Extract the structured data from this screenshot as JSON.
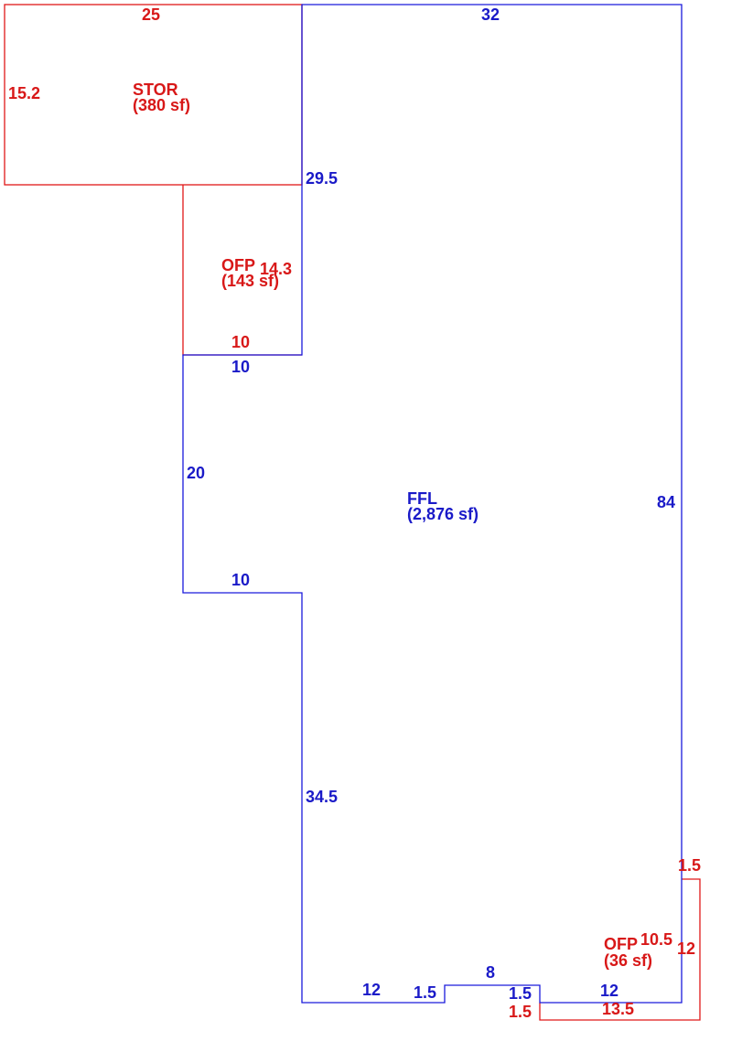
{
  "colors": {
    "main_line": "#1a1adc",
    "addon_line": "#e01818",
    "main_text": "#1a1ac8",
    "addon_text": "#d81818"
  },
  "areas": {
    "stor": {
      "name": "STOR",
      "size": "(380 sf)"
    },
    "ofp_left": {
      "name": "OFP",
      "size": "(143 sf)"
    },
    "ffl": {
      "name": "FFL",
      "size": "(2,876 sf)"
    },
    "ofp_right": {
      "name": "OFP",
      "size": "(36 sf)"
    }
  },
  "dimensions": {
    "stor_top": "25",
    "stor_left": "15.2",
    "ofp_left_side": "14.3",
    "ofp_left_bottom": "10",
    "ffl_top": "32",
    "ffl_upper_left": "29.5",
    "ffl_notch_top": "10",
    "ffl_notch_side": "20",
    "ffl_notch_bottom": "10",
    "ffl_lower_left": "34.5",
    "ffl_right": "84",
    "ffl_bottom_left": "12",
    "ffl_step_left": "1.5",
    "ffl_bump": "8",
    "ffl_step_right": "1.5",
    "ffl_bottom_right": "12",
    "ofp_right_top": "1.5",
    "ofp_right_side": "12",
    "ofp_right_inner": "10.5",
    "ofp_right_bottom": "13.5",
    "ofp_right_left": "1.5"
  }
}
